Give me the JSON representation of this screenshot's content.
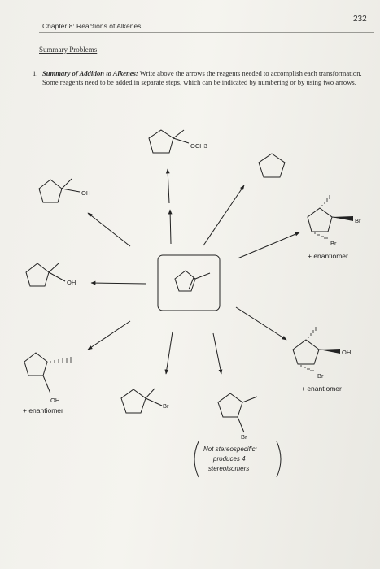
{
  "header": {
    "chapter": "Chapter 8: Reactions of Alkenes",
    "page_number": "232"
  },
  "section_title": "Summary Problems",
  "problem": {
    "number": "1.",
    "title": "Summary of Addition to Alkenes:",
    "text": "Write above the arrows the reagents needed to accomplish each transformation. Some reagents need to be added in separate steps, which can be indicated by numbering or by using two arrows."
  },
  "labels": {
    "och3": "OCH3",
    "oh_left_top": "OH",
    "oh_left_mid": "OH",
    "oh_bottom_left": "OH",
    "enantiomer_bottom_left": "+ enantiomer",
    "br_top_right_1": "Br",
    "br_top_right_2": "Br",
    "enantiomer_top_right": "+ enantiomer",
    "oh_right": "OH",
    "br_right": "Br",
    "enantiomer_right": "+ enantiomer",
    "br_bottom_mid": "Br",
    "br_bottom_center": "Br",
    "note_1": "Not stereospecific:",
    "note_2": "produces 4",
    "note_3": "stereoisomers"
  }
}
